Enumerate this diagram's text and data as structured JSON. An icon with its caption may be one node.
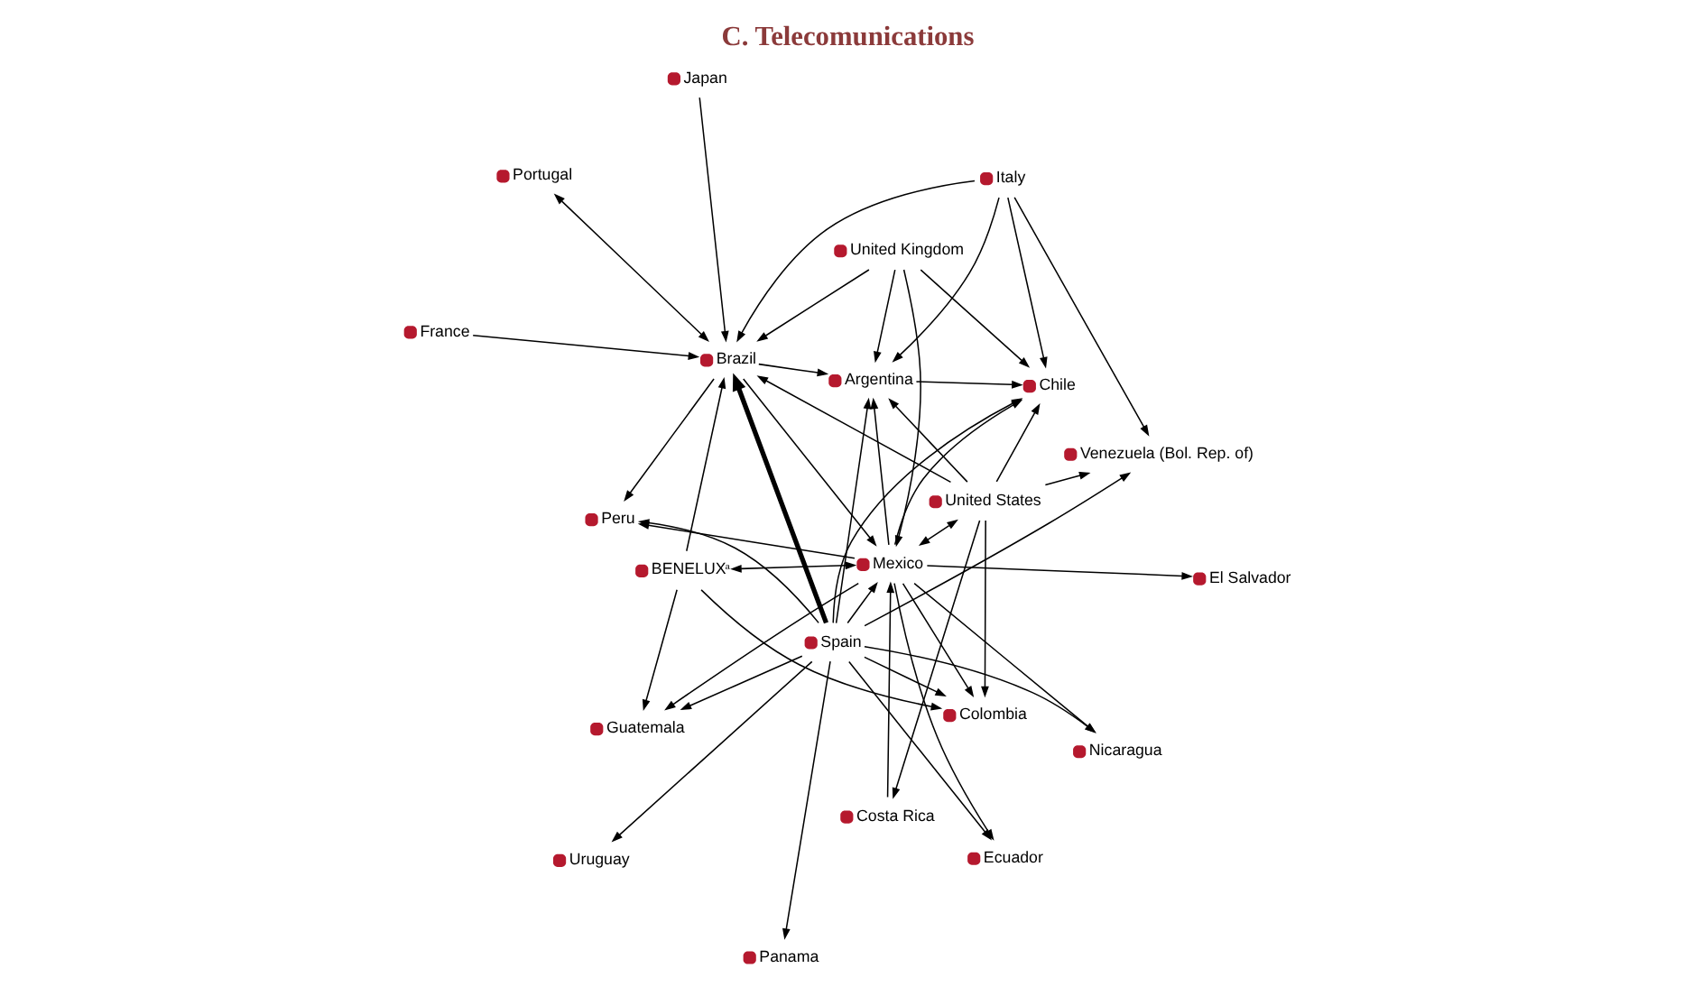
{
  "diagram": {
    "title": "C. Telecomunications",
    "nodes": [
      {
        "text": [
          "Uruguay"
        ]
      },
      {
        "text": [
          "Venezuela (Bol. Rep. of)"
        ]
      },
      {
        "text": [
          "Panama"
        ]
      },
      {
        "text": [
          "Italy"
        ]
      },
      {
        "text": [
          "Japan"
        ]
      },
      {
        "text": [
          "Chile"
        ]
      },
      {
        "text": [
          "Ecuador"
        ]
      },
      {
        "text": [
          "Spain"
        ]
      },
      {
        "text": [
          "Argentina"
        ]
      },
      {
        "text": [
          "Peru"
        ]
      },
      {
        "text": [
          "Brazil"
        ]
      },
      {
        "text": [
          "France"
        ]
      },
      {
        "text": [
          "Nicaragua"
        ]
      },
      {
        "text": [
          "United States"
        ]
      },
      {
        "text": [
          "Mexico"
        ]
      },
      {
        "text": [
          "United Kingdom"
        ]
      },
      {
        "text": [
          "Colombia"
        ]
      },
      {
        "text": [
          "Guatemala"
        ]
      },
      {
        "text": [
          "Portugal"
        ]
      },
      {
        "text": [
          "BENELUX$^{a}$"
        ]
      },
      {
        "text": [
          "El Salvador"
        ]
      },
      {
        "text": [
          "Costa Rica"
        ]
      }
    ],
    "edges": [
      {
        "from": 7,
        "to": 0,
        "arrow": "to"
      },
      {
        "from": 7,
        "to": 2,
        "arrow": "to"
      },
      {
        "from": 7,
        "to": 6,
        "arrow": "to"
      },
      {
        "from": 7,
        "to": 1,
        "arrow": "to"
      },
      {
        "from": 7,
        "to": 5,
        "arrow": "to"
      },
      {
        "from": 7,
        "to": 8,
        "arrow": "to"
      },
      {
        "from": 7,
        "to": 10,
        "arrow": "to",
        "style": "thick"
      },
      {
        "from": 7,
        "to": 12,
        "arrow": "to"
      },
      {
        "from": 7,
        "to": 9,
        "arrow": "to"
      },
      {
        "from": 7,
        "to": 17,
        "arrow": "to"
      },
      {
        "from": 7,
        "to": 16,
        "arrow": "to"
      },
      {
        "from": 7,
        "to": 14,
        "arrow": "to"
      },
      {
        "from": 3,
        "to": 1,
        "arrow": "to"
      },
      {
        "from": 3,
        "to": 5,
        "arrow": "to"
      },
      {
        "from": 3,
        "to": 8,
        "arrow": "to"
      },
      {
        "from": 3,
        "to": 10,
        "arrow": "to"
      },
      {
        "from": 4,
        "to": 10,
        "arrow": "to"
      },
      {
        "from": 11,
        "to": 10,
        "arrow": "to"
      },
      {
        "from": 10,
        "to": 18,
        "arrow": "both"
      },
      {
        "from": 10,
        "to": 8,
        "arrow": "to"
      },
      {
        "from": 10,
        "to": 9,
        "arrow": "to"
      },
      {
        "from": 10,
        "to": 14,
        "arrow": "to"
      },
      {
        "from": 8,
        "to": 5,
        "arrow": "to"
      },
      {
        "from": 14,
        "to": 6,
        "arrow": "to"
      },
      {
        "from": 14,
        "to": 5,
        "arrow": "to"
      },
      {
        "from": 14,
        "to": 8,
        "arrow": "to"
      },
      {
        "from": 14,
        "to": 9,
        "arrow": "to"
      },
      {
        "from": 14,
        "to": 12,
        "arrow": "to"
      },
      {
        "from": 14,
        "to": 16,
        "arrow": "to"
      },
      {
        "from": 14,
        "to": 17,
        "arrow": "to"
      },
      {
        "from": 14,
        "to": 20,
        "arrow": "to"
      },
      {
        "from": 14,
        "to": 13,
        "arrow": "both"
      },
      {
        "from": 14,
        "to": 19,
        "arrow": "both"
      },
      {
        "from": 21,
        "to": 14,
        "arrow": "to"
      },
      {
        "from": 15,
        "to": 14,
        "arrow": "to"
      },
      {
        "from": 13,
        "to": 1,
        "arrow": "to"
      },
      {
        "from": 13,
        "to": 5,
        "arrow": "to"
      },
      {
        "from": 13,
        "to": 8,
        "arrow": "to"
      },
      {
        "from": 13,
        "to": 10,
        "arrow": "to"
      },
      {
        "from": 13,
        "to": 16,
        "arrow": "to"
      },
      {
        "from": 13,
        "to": 21,
        "arrow": "to"
      },
      {
        "from": 15,
        "to": 5,
        "arrow": "to"
      },
      {
        "from": 15,
        "to": 8,
        "arrow": "to"
      },
      {
        "from": 15,
        "to": 10,
        "arrow": "to"
      },
      {
        "from": 19,
        "to": 10,
        "arrow": "to"
      },
      {
        "from": 19,
        "to": 16,
        "arrow": "to"
      },
      {
        "from": 19,
        "to": 17,
        "arrow": "to"
      }
    ]
  }
}
